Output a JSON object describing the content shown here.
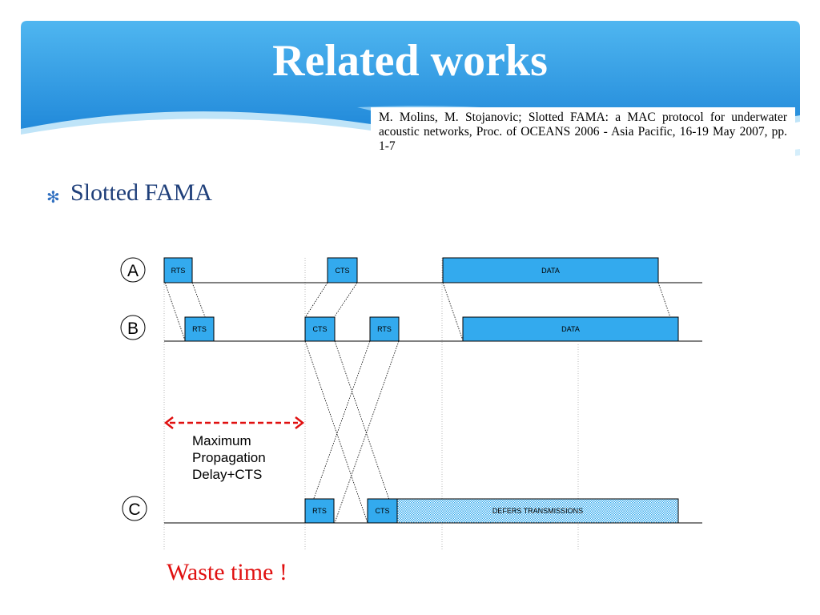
{
  "slide": {
    "title": "Related works",
    "citation": "M. Molins, M. Stojanovic; Slotted FAMA: a MAC protocol for underwater acoustic networks, Proc. of OCEANS 2006 - Asia Pacific, 16-19 May 2007, pp. 1-7",
    "bullet": "Slotted FAMA",
    "bullet_icon": "asterisk-bullet-icon"
  },
  "diagram": {
    "nodes": [
      "A",
      "B",
      "C"
    ],
    "packets": {
      "rts": "RTS",
      "cts": "CTS",
      "data": "DATA",
      "defer": "DEFERS TRANSMISSIONS"
    },
    "delay_note": [
      "Maximum",
      "Propagation",
      "Delay+CTS"
    ],
    "waste_label": "Waste time !"
  },
  "colors": {
    "header_blue": "#1f8fe0",
    "packet_fill": "#33aaee",
    "arrow_red": "#e01010",
    "title_white": "#ffffff"
  }
}
